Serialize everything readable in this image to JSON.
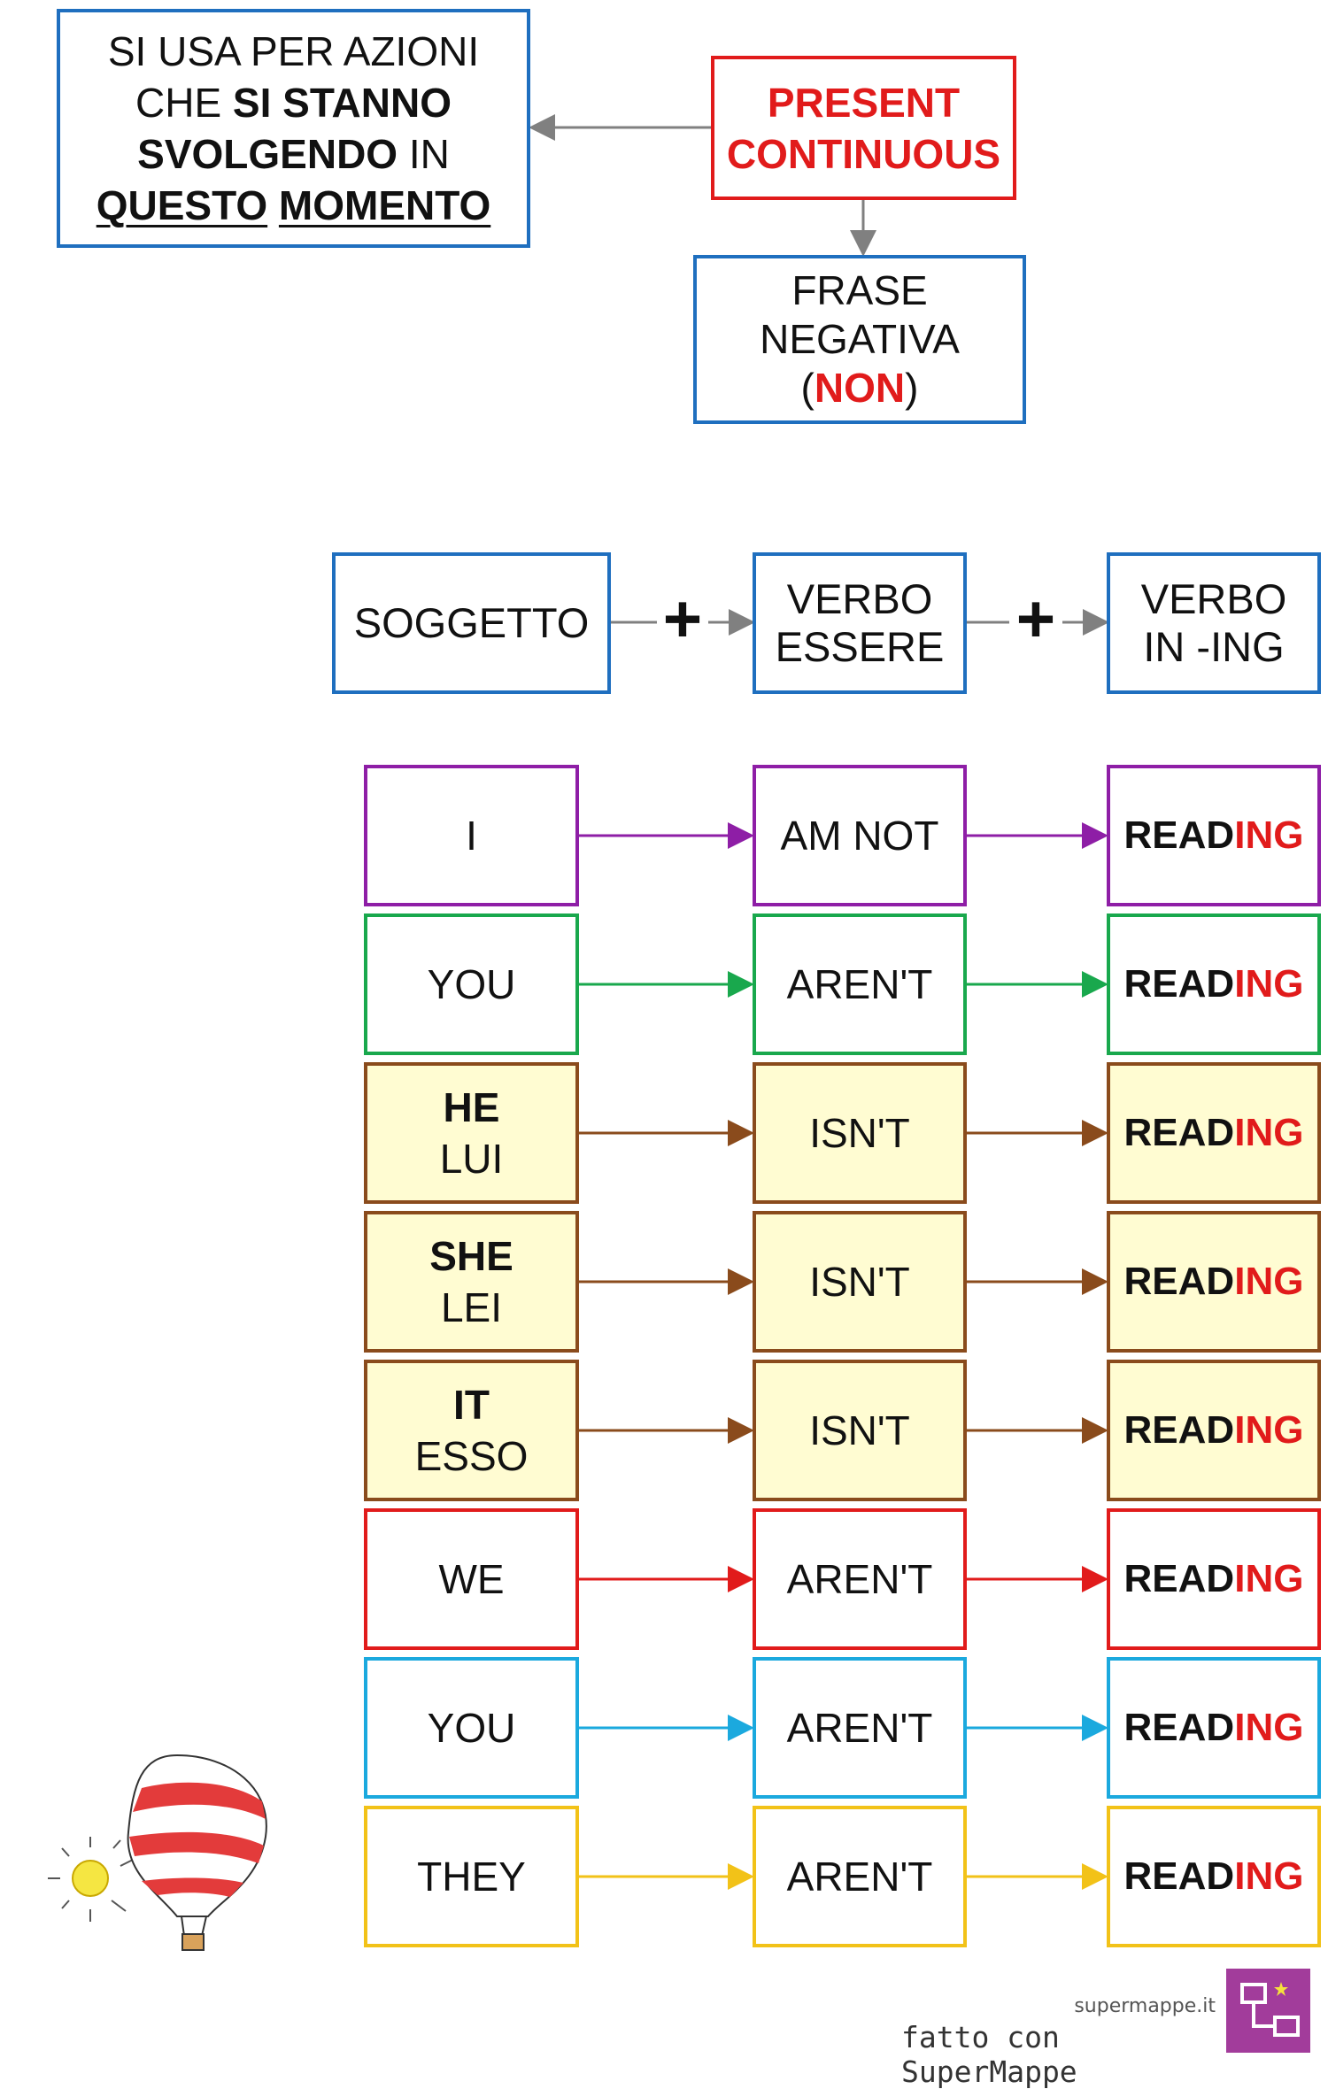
{
  "header": {
    "description": {
      "line1": "SI USA PER AZIONI",
      "line2_pre": "CHE ",
      "line2_bold": "SI STANNO",
      "line3_bold": "SVOLGENDO",
      "line3_post": " IN",
      "line4_a": "QUESTO",
      "line4_b": "MOMENTO"
    },
    "title": {
      "line1": "PRESENT",
      "line2": "CONTINUOUS"
    },
    "negative": {
      "line1": "FRASE",
      "line2": "NEGATIVA",
      "paren_open": "(",
      "non": "NON",
      "paren_close": ")"
    }
  },
  "formula": {
    "subject": "SOGGETTO",
    "plus": "+",
    "verb_line1": "VERBO",
    "verb_line2": "ESSERE",
    "ing_line1": "VERBO",
    "ing_line2": "IN -ING"
  },
  "reading": {
    "base": "READ",
    "suffix": "ING"
  },
  "rows": [
    {
      "subject": "I",
      "translation": "",
      "aux": "AM NOT",
      "color": "#8e1ea6",
      "bg": "#ffffff"
    },
    {
      "subject": "YOU",
      "translation": "",
      "aux": "AREN'T",
      "color": "#19a84d",
      "bg": "#ffffff"
    },
    {
      "subject": "HE",
      "translation": "LUI",
      "aux": "ISN'T",
      "color": "#8a4b1c",
      "bg": "#fffcd2"
    },
    {
      "subject": "SHE",
      "translation": "LEI",
      "aux": "ISN'T",
      "color": "#8a4b1c",
      "bg": "#fffcd2"
    },
    {
      "subject": "IT",
      "translation": "ESSO",
      "aux": "ISN'T",
      "color": "#8a4b1c",
      "bg": "#fffcd2"
    },
    {
      "subject": "WE",
      "translation": "",
      "aux": "AREN'T",
      "color": "#e11b1b",
      "bg": "#ffffff"
    },
    {
      "subject": "YOU",
      "translation": "",
      "aux": "AREN'T",
      "color": "#1ba9de",
      "bg": "#ffffff"
    },
    {
      "subject": "THEY",
      "translation": "",
      "aux": "AREN'T",
      "color": "#f2c218",
      "bg": "#ffffff"
    }
  ],
  "colors": {
    "arrow_gray": "#808080",
    "box_blue": "#1f6fbf",
    "accent_red": "#e11b1b",
    "logo_purple": "#a23c9b"
  },
  "footer": {
    "site": "supermappe.it",
    "made_with": "fatto con SuperMappe"
  }
}
